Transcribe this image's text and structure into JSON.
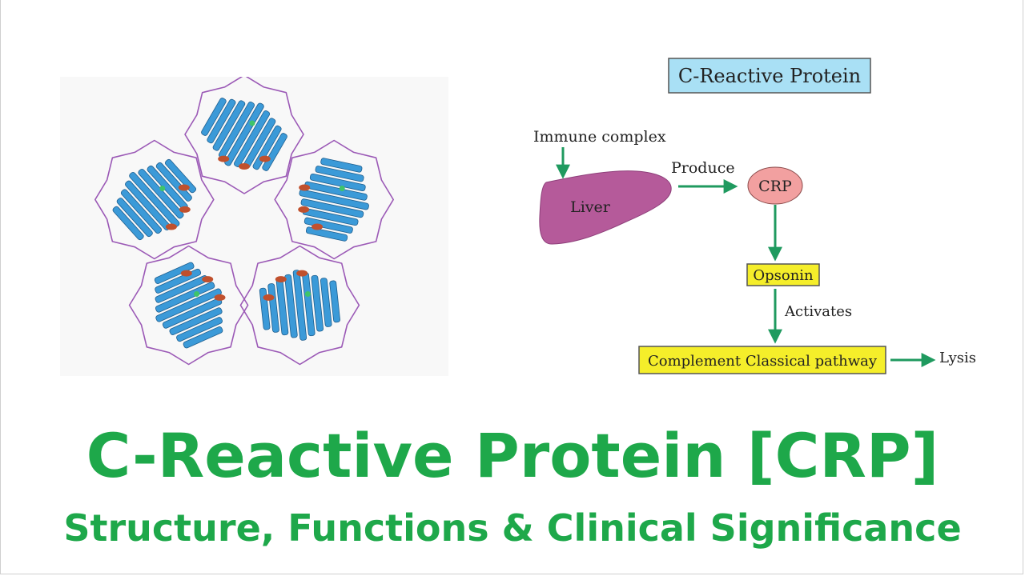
{
  "diagram": {
    "title_box": "C-Reactive Protein",
    "immune_complex": "Immune complex",
    "liver": "Liver",
    "produce": "Produce",
    "crp": "CRP",
    "opsonin": "Opsonin",
    "activates": "Activates",
    "complement": "Complement Classical pathway",
    "lysis": "Lysis"
  },
  "colors": {
    "title_box_fill": "#a9e0f5",
    "highlight_fill": "#f5ee2a",
    "crp_fill": "#f2a0a0",
    "liver_fill": "#b55a9a",
    "arrow": "#1f9a5f",
    "heading": "#1ea84a",
    "ribbon": "#3b9ad8",
    "loop": "#9b59b6",
    "helix": "#c0502d"
  },
  "structure_image": {
    "subject": "pentameric-crp-ribbon-structure",
    "subunits": 5
  },
  "headline": {
    "title": "C-Reactive Protein [CRP]",
    "subtitle": "Structure, Functions & Clinical Significance"
  }
}
